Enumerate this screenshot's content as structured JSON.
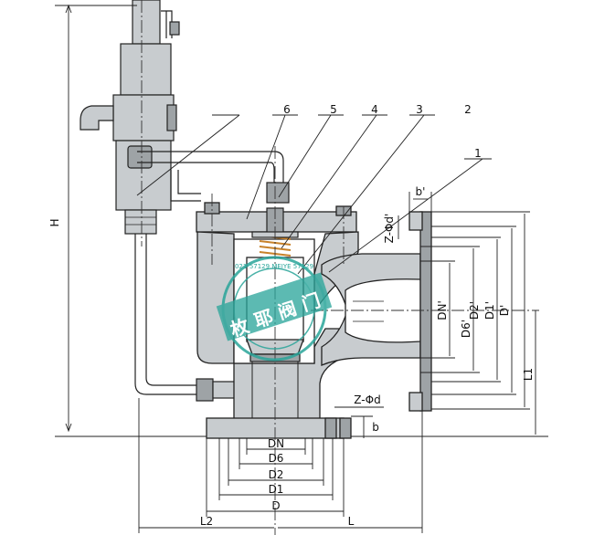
{
  "colors": {
    "metal": "#c8cccf",
    "metal_dark": "#9ea3a6",
    "line": "#222222",
    "centerline": "#333333",
    "spring": "#c8822a",
    "stamp": "#2aa59a"
  },
  "part_numbers": [
    "6",
    "5",
    "4",
    "3",
    "2",
    "1"
  ],
  "dimensions": {
    "H": "H",
    "b_prime": "b'",
    "z_phi_d_prime": "Z-Φd'",
    "dn_prime": "DN'",
    "d6_prime": "D6'",
    "d2_prime": "D2'",
    "d1_prime": "D1'",
    "d_prime": "D'",
    "l1": "L1",
    "z_phi_d": "Z-Φd",
    "b": "b",
    "dn": "DN",
    "d6": "D6",
    "d2": "D2",
    "d1": "D1",
    "d": "D",
    "l2": "L2",
    "l": "L"
  },
  "stamp": {
    "chars": [
      "枚",
      "耶",
      "阀",
      "门"
    ],
    "ring_text": "021-57129 MEIYE 57129"
  }
}
